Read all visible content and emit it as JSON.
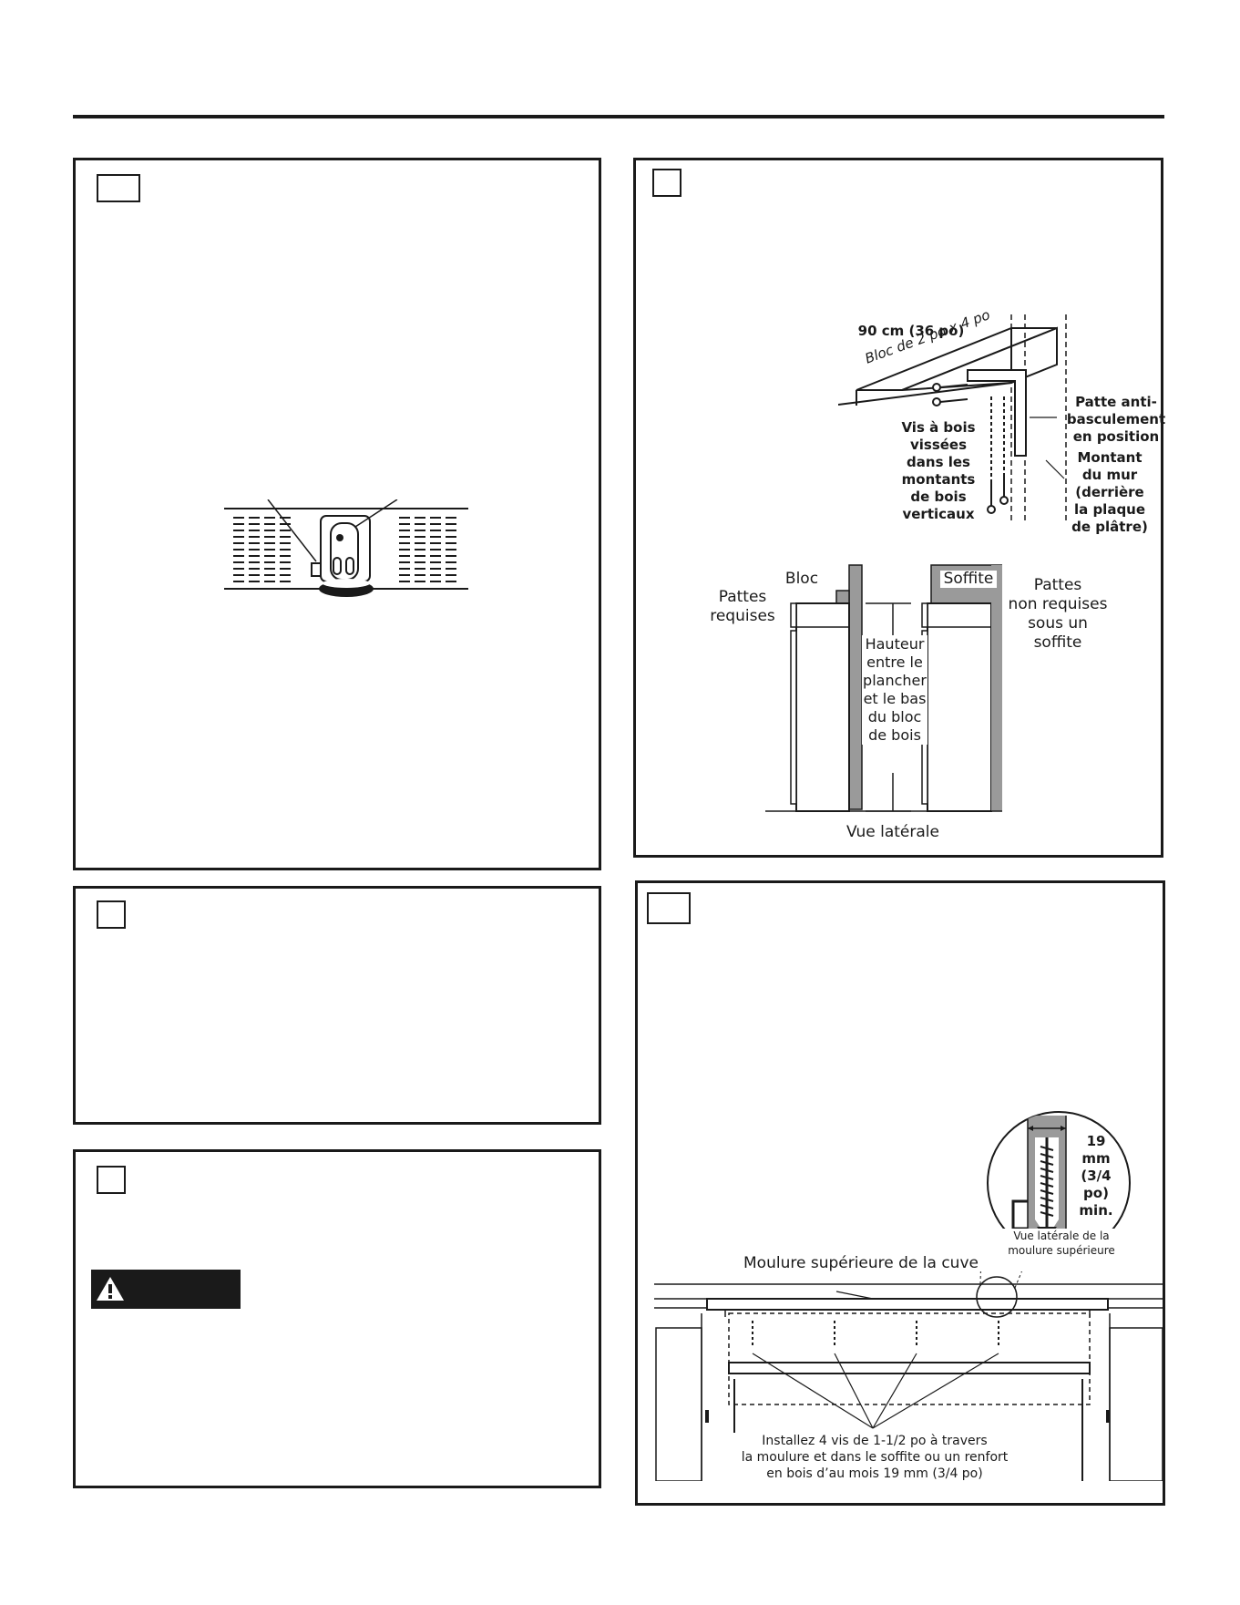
{
  "step_markers": [
    "",
    "",
    "",
    "",
    ""
  ],
  "antitip": {
    "block_length": "90 cm (36 po)",
    "block_size": "Bloc de 2 po x 4 po",
    "bracket_in_place": "Patte anti-\nbasculement\nen position",
    "wood_screws": "Vis à bois\nvissées\ndans les\nmontants\nde bois\nverticaux",
    "wall_stud": "Montant\ndu mur\n(derrière\nla plaque\nde plâtre)"
  },
  "side_view": {
    "block": "Bloc",
    "brackets_required": "Pattes\nrequises",
    "soffit": "Soffite",
    "brackets_not_required": "Pattes\nnon requises\nsous un\nsoffite",
    "height": "Hauteur\nentre le\nplancher\net le bas\ndu bloc\nde bois",
    "caption": "Vue latérale"
  },
  "trim": {
    "dimension": "19\nmm\n(3/4 po)\nmin.",
    "detail_caption": "Vue latérale de la\nmoulure supérieure",
    "top_trim": "Moulure supérieure de la cuve",
    "install_note": "Installez 4 vis de 1-1/2 po à travers\nla moulure et dans le soffite ou un renfort\nen bois d’au mois 19 mm (3/4 po)"
  },
  "colors": {
    "ink": "#1a1a1a",
    "wall": "#9a9a9a",
    "background": "#ffffff"
  }
}
